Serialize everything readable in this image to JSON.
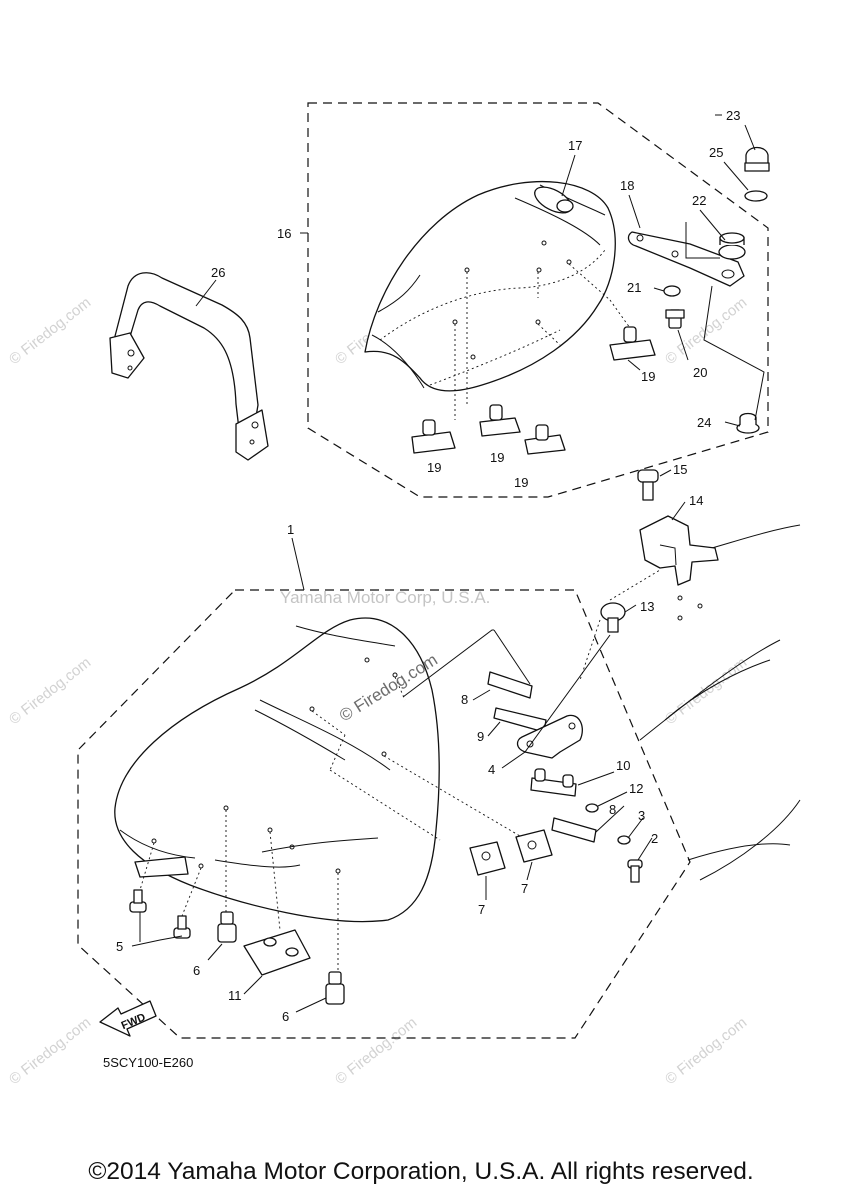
{
  "diagram_code": "5SCY100-E260",
  "fwd_label": "FWD",
  "copyright": "©2014 Yamaha Motor Corporation, U.S.A. All rights reserved.",
  "watermarks": {
    "brand": "© Firedog.com",
    "center_brand": "© Firedog.com",
    "corp": "Yamaha Motor Corp, U.S.A."
  },
  "callouts": {
    "c1": "1",
    "c2": "2",
    "c3": "3",
    "c4": "4",
    "c5": "5",
    "c6a": "6",
    "c6b": "6",
    "c7a": "7",
    "c7b": "7",
    "c8a": "8",
    "c8b": "8",
    "c9": "9",
    "c10": "10",
    "c11": "11",
    "c12": "12",
    "c13": "13",
    "c14": "14",
    "c15": "15",
    "c16": "16",
    "c17": "17",
    "c18": "18",
    "c19a": "19",
    "c19b": "19",
    "c19c": "19",
    "c19d": "19",
    "c20": "20",
    "c21": "21",
    "c22": "22",
    "c23": "23",
    "c24": "24",
    "c25": "25",
    "c26": "26"
  }
}
